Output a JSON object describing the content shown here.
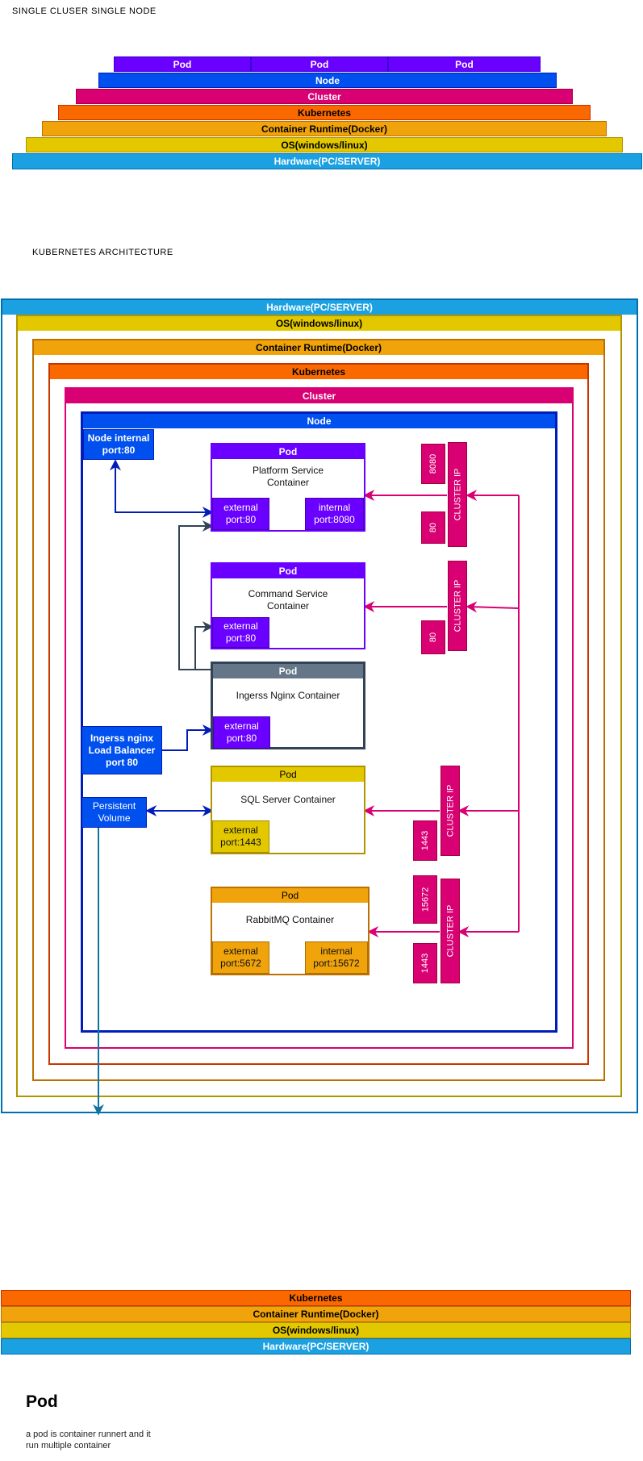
{
  "colors": {
    "pod_purple": "#6a00ff",
    "node_blue": "#0050ef",
    "cluster_pink": "#d80073",
    "kubernetes_orange": "#fa6800",
    "runtime_amber": "#f0a30a",
    "os_yellow": "#e3c800",
    "hardware_blue": "#1ba1e2",
    "nginx_slate": "#647687"
  },
  "stack": {
    "heading": "SINGLE CLUSER SINGLE NODE",
    "pods": [
      "Pod",
      "Pod",
      "Pod"
    ],
    "node": "Node",
    "cluster": "Cluster",
    "kubernetes": "Kubernetes",
    "runtime": "Container Runtime(Docker)",
    "os": "OS(windows/linux)",
    "hardware": "Hardware(PC/SERVER)"
  },
  "arch": {
    "heading": "KUBERNETES  ARCHITECTURE",
    "hardware": "Hardware(PC/SERVER)",
    "os": "OS(windows/linux)",
    "runtime": "Container Runtime(Docker)",
    "kubernetes": "Kubernetes",
    "cluster": "Cluster",
    "node": "Node",
    "node_internal": "Node internal\nport:80",
    "ingress_lb": "Ingerss nginx\nLoad Balancer\nport 80",
    "persistent_volume": "Persistent\nVolume",
    "platform": {
      "title": "Pod",
      "name": "Platform Service\nContainer",
      "external": "external\nport:80",
      "internal": "internal\nport:8080",
      "ports": [
        "8080",
        "80"
      ],
      "cluster_ip": "CLUSTER IP"
    },
    "command": {
      "title": "Pod",
      "name": "Command Service\nContainer",
      "external": "external\nport:80",
      "ports": [
        "80"
      ],
      "cluster_ip": "CLUSTER IP"
    },
    "nginx": {
      "title": "Pod",
      "name": "Ingerss Nginx Container",
      "external": "external\nport:80"
    },
    "sql": {
      "title": "Pod",
      "name": "SQL Server Container",
      "external": "external\nport:1443",
      "ports": [
        "1443"
      ],
      "cluster_ip": "CLUSTER IP"
    },
    "rabbit": {
      "title": "Pod",
      "name": "RabbitMQ Container",
      "external": "external\nport:5672",
      "internal": "internal\nport:15672",
      "ports": [
        "15672",
        "1443"
      ],
      "cluster_ip": "CLUSTER IP"
    }
  },
  "mini_stack": {
    "kubernetes": "Kubernetes",
    "runtime": "Container Runtime(Docker)",
    "os": "OS(windows/linux)",
    "hardware": "Hardware(PC/SERVER)"
  },
  "pod_note": {
    "title": "Pod",
    "text": "a pod is container runnert and it\nrun multiple container"
  }
}
